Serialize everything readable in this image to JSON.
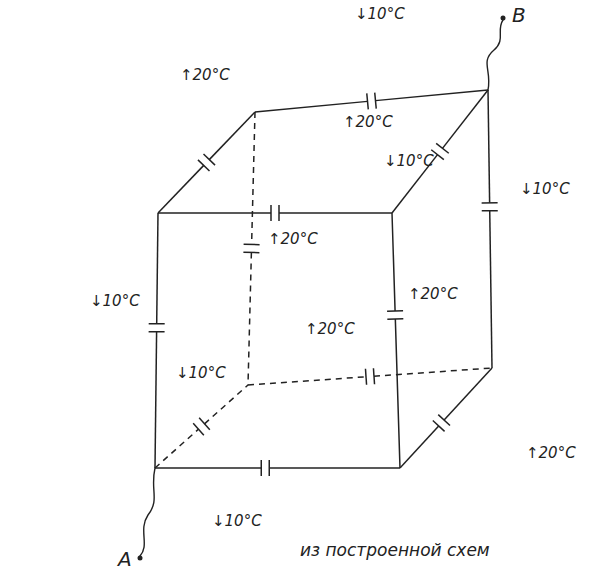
{
  "diagram": {
    "labels": [
      "B",
      "↓10°C",
      "↑20°C",
      "↑20°C",
      "↓10°C",
      "↓10°C",
      "↑20°C",
      "↑20°C",
      "↓10°C",
      "↑20°C",
      "↓10°C",
      "↑20°C",
      "↓10°C",
      "A",
      "из построенной схем"
    ]
  }
}
